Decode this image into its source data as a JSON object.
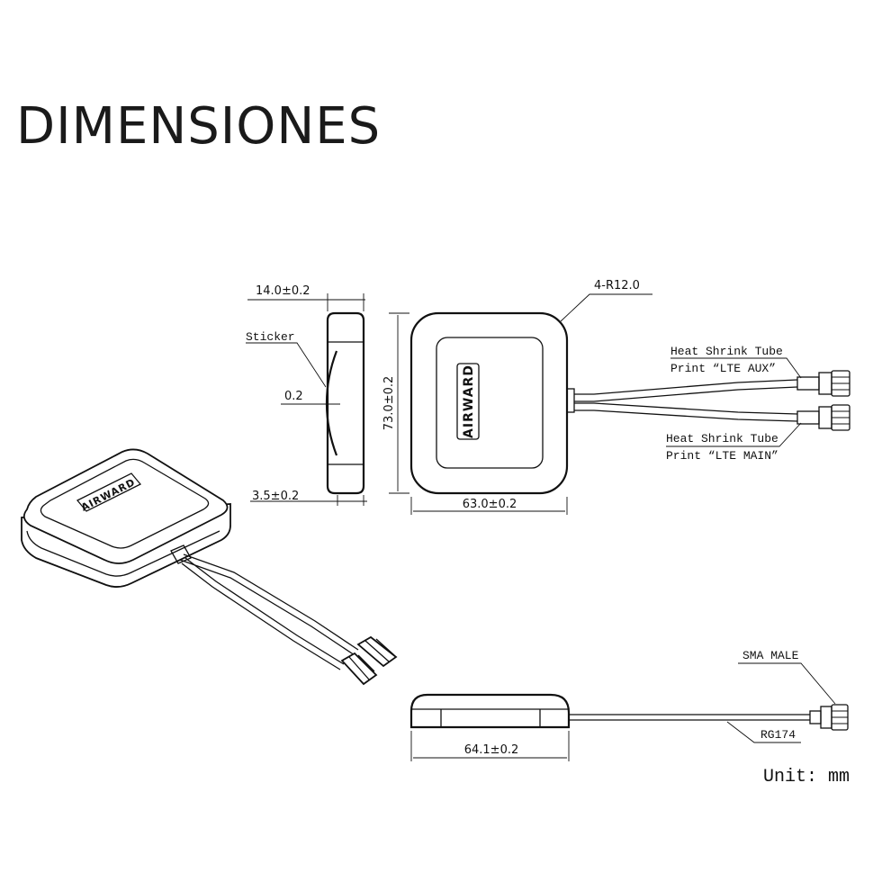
{
  "title": "DIMENSIONES",
  "brand": "AIRWARD",
  "dimensions": {
    "thickness": "14.0±0.2",
    "sticker_label": "Sticker",
    "sticker_thickness": "0.2",
    "base_thickness": "3.5±0.2",
    "height": "73.0±0.2",
    "width": "63.0±0.2",
    "corner_radius": "4-R12.0",
    "bottom_length": "64.1±0.2"
  },
  "cables": {
    "aux_line1": "Heat Shrink Tube",
    "aux_line2": "Print “LTE AUX”",
    "main_line1": "Heat Shrink Tube",
    "main_line2": "Print “LTE MAIN”",
    "connector": "SMA MALE",
    "cable_type": "RG174"
  },
  "unit": "Unit: mm"
}
